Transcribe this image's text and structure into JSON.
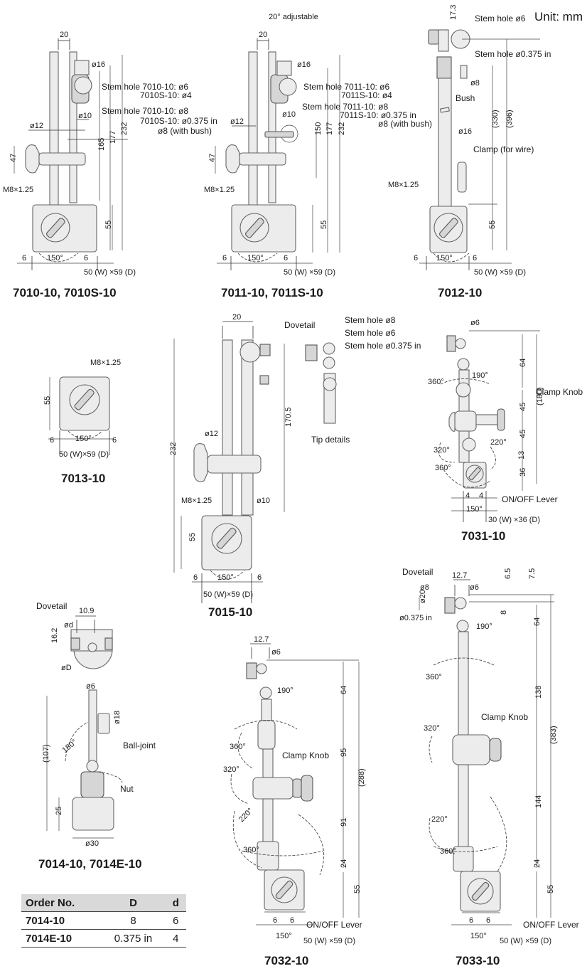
{
  "unit_label": "Unit: mm",
  "models": {
    "m1": "7010-10, 7010S-10",
    "m2": "7011-10, 7011S-10",
    "m3": "7012-10",
    "m4": "7013-10",
    "m5": "7015-10",
    "m6": "7031-10",
    "m7": "7014-10, 7014E-10",
    "m8": "7032-10",
    "m9": "7033-10"
  },
  "d7010": {
    "w20": "20",
    "phi16": "ø16",
    "stem1": "Stem hole 7010-10:  ø6",
    "stem1b": "7010S-10: ø4",
    "stem2": "Stem hole 7010-10:  ø8",
    "stem2b": "7010S-10: ø0.375 in",
    "stem2c": "ø8 (with bush)",
    "phi12": "ø12",
    "phi10": "ø10",
    "h47": "47",
    "h165": "165",
    "h177": "177",
    "h232": "232",
    "m8": "M8×1.25",
    "h55": "55",
    "a150": "150°",
    "s6a": "6",
    "s6b": "6",
    "base": "50 (W) ×59 (D)"
  },
  "d7011": {
    "adj": "20° adjustable",
    "w20": "20",
    "phi16": "ø16",
    "stem1": "Stem hole 7011-10:  ø6",
    "stem1b": "7011S-10: ø4",
    "stem2": "Stem hole 7011-10:  ø8",
    "stem2b": "7011S-10: ø0.375 in",
    "stem2c": "ø8 (with bush)",
    "phi12": "ø12",
    "phi10": "ø10",
    "h47": "47",
    "h150": "150",
    "h177": "177",
    "h232": "232",
    "m8": "M8×1.25",
    "h55": "55",
    "a150": "150°",
    "s6a": "6",
    "s6b": "6",
    "base": "50 (W) ×59 (D)"
  },
  "d7012": {
    "h173": "17.3",
    "stem6": "Stem hole ø6",
    "stem375": "Stem hole ø0.375 in",
    "phi8": "ø8",
    "bush": "Bush",
    "h330": "(330)",
    "h396": "(396)",
    "phi16": "ø16",
    "clamp": "Clamp (for wire)",
    "m8": "M8×1.25",
    "h55": "55",
    "a150": "150°",
    "s6a": "6",
    "s6b": "6",
    "base": "50 (W) ×59 (D)"
  },
  "d7013": {
    "m8": "M8×1.25",
    "h55": "55",
    "a150": "150°",
    "s6a": "6",
    "s6b": "6",
    "base": "50 (W)×59 (D)"
  },
  "d7015": {
    "w20": "20",
    "dovetail": "Dovetail",
    "stem8": "Stem hole ø8",
    "stem6": "Stem hole ø6",
    "stem375": "Stem hole ø0.375 in",
    "tip": "Tip details",
    "h1705": "170.5",
    "h232": "232",
    "phi12": "ø12",
    "m8": "M8×1.25",
    "phi10": "ø10",
    "h55": "55",
    "a150": "150°",
    "s6a": "6",
    "s6b": "6",
    "base": "50 (W)×59 (D)"
  },
  "d7031": {
    "phi6": "ø6",
    "h64": "64",
    "a360a": "360°",
    "a190": "190°",
    "clamp": "Clamp Knob",
    "h180": "(180)",
    "h45a": "45",
    "h45b": "45",
    "a320": "320°",
    "a220": "220°",
    "h13": "13",
    "a360b": "360°",
    "h36": "36",
    "s4a": "4",
    "s4b": "4",
    "lever": "ON/OFF Lever",
    "a150": "150°",
    "base": "30 (W) ×36 (D)"
  },
  "d7014": {
    "dovetail": "Dovetail",
    "w109": "10.9",
    "phid": "ød",
    "h162": "16.2",
    "phiD": "øD",
    "phi6": "ø6",
    "phi18": "ø18",
    "a180": "180°",
    "ball": "Ball-joint",
    "h107": "(107)",
    "nut": "Nut",
    "h25": "25",
    "phi30": "ø30"
  },
  "d7032": {
    "w127": "12.7",
    "phi6": "ø6",
    "a190": "190°",
    "h64": "64",
    "a360a": "360°",
    "clamp": "Clamp Knob",
    "a320": "320°",
    "h95": "95",
    "h288": "(288)",
    "a220": "220°",
    "h91": "91",
    "a360b": "360°",
    "h24": "24",
    "h55": "55",
    "s6a": "6",
    "s6b": "6",
    "lever": "ON/OFF Lever",
    "a150": "150°",
    "base": "50 (W) ×59 (D)"
  },
  "d7033": {
    "dovetail": "Dovetail",
    "w127": "12.7",
    "h65": "6.5",
    "h75": "7.5",
    "phi8": "ø8",
    "phi6": "ø6",
    "phi20": "ø20",
    "h8": "8",
    "phi375": "ø0.375 in",
    "a190": "190°",
    "h64": "64",
    "a360a": "360°",
    "h138": "138",
    "clamp": "Clamp Knob",
    "a320": "320°",
    "h383": "(383)",
    "h144": "144",
    "a220": "220°",
    "a360b": "360°",
    "h24": "24",
    "h55": "55",
    "s6a": "6",
    "s6b": "6",
    "lever": "ON/OFF Lever",
    "a150": "150°",
    "base": "50 (W) ×59 (D)"
  },
  "order_table": {
    "headers": [
      "Order No.",
      "D",
      "d"
    ],
    "rows": [
      [
        "7014-10",
        "8",
        "6"
      ],
      [
        "7014E-10",
        "0.375 in",
        "4"
      ]
    ]
  }
}
